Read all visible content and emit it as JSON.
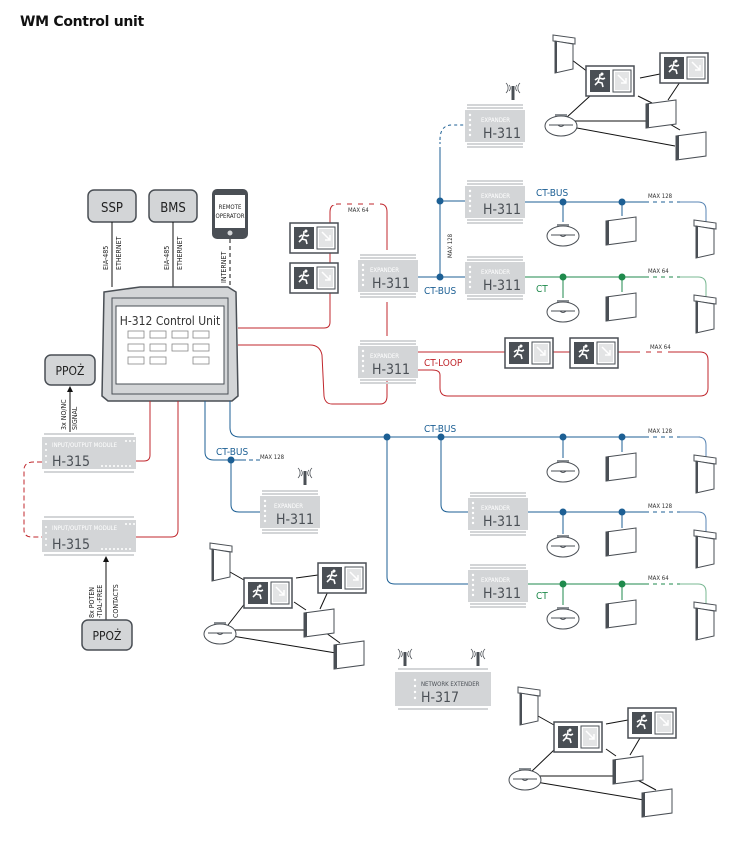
{
  "title": "WM Control unit",
  "colors": {
    "bus_blue": "#1c5f94",
    "loop_red": "#c0272d",
    "ct_green": "#1f8a4c",
    "device_gray": "#d3d5d7",
    "dark_gray": "#4a4f55",
    "line_black": "#111111"
  },
  "external": {
    "ssp": "SSP",
    "bms": "BMS",
    "remote_operator_line1": "REMOTE",
    "remote_operator_line2": "OPERATOR",
    "ppoz_top": "PPOŻ",
    "ppoz_bottom": "PPOŻ"
  },
  "connection_labels": {
    "ssp_1": "EIA-485",
    "ssp_2": "ETHERNET",
    "bms_1": "EIA-485",
    "bms_2": "ETHERNET",
    "remote": "INTERNET",
    "ppoz_top_1": "3x NO/NC",
    "ppoz_top_2": "SIGNAL",
    "ppoz_bottom_1": "8x POTEN",
    "ppoz_bottom_2": "-TIAL-FREE",
    "ppoz_bottom_3": "CONTACTS"
  },
  "control_unit": {
    "name": "H-312 Control Unit"
  },
  "modules": {
    "io_label": "INPUT/OUTPUT MODULE",
    "io_model": "H-315",
    "expander_label": "EXPANDER",
    "expander_model": "H-311",
    "extender_label": "NETWORK EXTENDER",
    "extender_model": "H-317"
  },
  "bus_labels": {
    "ct_bus": "CT-BUS",
    "ct": "CT",
    "ct_loop": "CT-LOOP",
    "max_64": "MAX 64",
    "max_128": "MAX 128"
  }
}
